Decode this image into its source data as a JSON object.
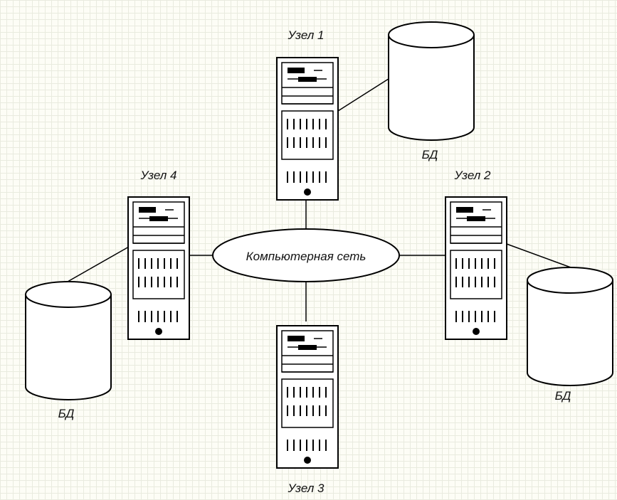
{
  "network": {
    "label": "Компьютерная сеть"
  },
  "nodes": [
    {
      "label": "Узел 1",
      "db_label": "БД"
    },
    {
      "label": "Узел 2",
      "db_label": "БД"
    },
    {
      "label": "Узел 3"
    },
    {
      "label": "Узел 4",
      "db_label": "БД"
    }
  ]
}
